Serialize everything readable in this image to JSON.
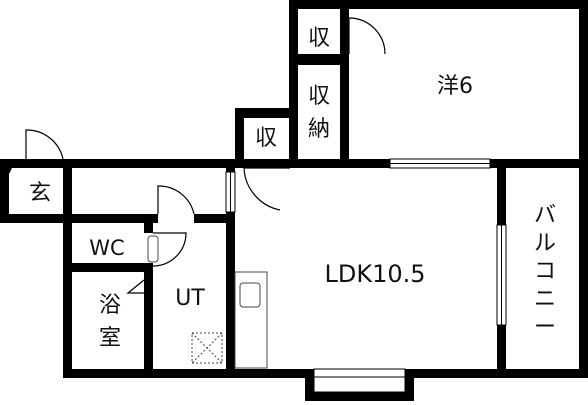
{
  "rooms": {
    "western_room": "洋6",
    "storage_small": "収",
    "storage_closet_top": "収",
    "storage_closet_bottom": "納",
    "storage_mid": "収",
    "entrance": "玄",
    "toilet": "WC",
    "bath_top": "浴",
    "bath_bottom": "室",
    "utility": "UT",
    "ldk": "LDK10.5",
    "balcony": [
      "バ",
      "ル",
      "コ",
      "ニ",
      "ー"
    ]
  },
  "colors": {
    "wall": "#000000",
    "background": "#ffffff",
    "fixture": "#666666"
  }
}
